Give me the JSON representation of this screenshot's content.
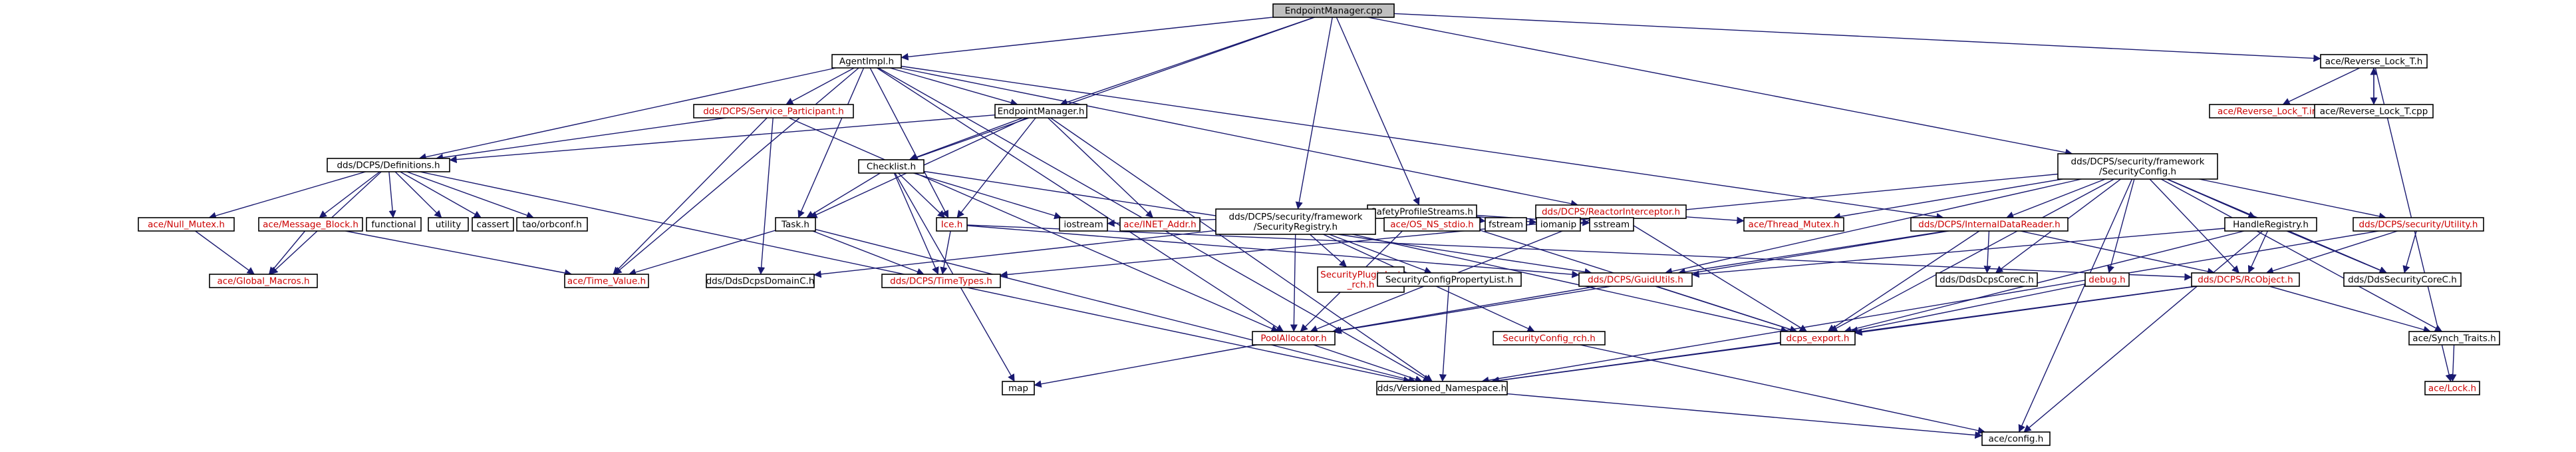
{
  "diagram": {
    "root": "EndpointManager.cpp",
    "nodes": [
      {
        "id": "root",
        "lines": [
          "EndpointManager.cpp"
        ],
        "style": "root"
      },
      {
        "id": "agentimpl",
        "lines": [
          "AgentImpl.h"
        ],
        "style": "normal"
      },
      {
        "id": "endpointmanager_h",
        "lines": [
          "EndpointManager.h"
        ],
        "style": "normal"
      },
      {
        "id": "reverse_lock_t_h",
        "lines": [
          "ace/Reverse_Lock_T.h"
        ],
        "style": "normal"
      },
      {
        "id": "service_participant",
        "lines": [
          "dds/DCPS/Service_Participant.h"
        ],
        "style": "red"
      },
      {
        "id": "reactor_interceptor",
        "lines": [
          "dds/DCPS/ReactorInterceptor.h"
        ],
        "style": "red"
      },
      {
        "id": "reverse_lock_t_inl",
        "lines": [
          "ace/Reverse_Lock_T.inl"
        ],
        "style": "red"
      },
      {
        "id": "reverse_lock_t_cpp",
        "lines": [
          "ace/Reverse_Lock_T.cpp"
        ],
        "style": "normal"
      },
      {
        "id": "security_config",
        "lines": [
          "dds/DCPS/security/framework",
          "/SecurityConfig.h"
        ],
        "style": "normal"
      },
      {
        "id": "definitions",
        "lines": [
          "dds/DCPS/Definitions.h"
        ],
        "style": "normal"
      },
      {
        "id": "checklist",
        "lines": [
          "Checklist.h"
        ],
        "style": "normal"
      },
      {
        "id": "safety_profile_streams",
        "lines": [
          "SafetyProfileStreams.h"
        ],
        "style": "normal"
      },
      {
        "id": "internal_data_reader",
        "lines": [
          "dds/DCPS/InternalDataReader.h"
        ],
        "style": "red"
      },
      {
        "id": "handle_registry",
        "lines": [
          "HandleRegistry.h"
        ],
        "style": "normal"
      },
      {
        "id": "security_utility",
        "lines": [
          "dds/DCPS/security/Utility.h"
        ],
        "style": "red"
      },
      {
        "id": "null_mutex",
        "lines": [
          "ace/Null_Mutex.h"
        ],
        "style": "red"
      },
      {
        "id": "message_block",
        "lines": [
          "ace/Message_Block.h"
        ],
        "style": "red"
      },
      {
        "id": "functional",
        "lines": [
          "functional"
        ],
        "style": "plain"
      },
      {
        "id": "utility",
        "lines": [
          "utility"
        ],
        "style": "plain"
      },
      {
        "id": "cassert",
        "lines": [
          "cassert"
        ],
        "style": "plain"
      },
      {
        "id": "tao_orbconf",
        "lines": [
          "tao/orbconf.h"
        ],
        "style": "normal"
      },
      {
        "id": "ice",
        "lines": [
          "Ice.h"
        ],
        "style": "red"
      },
      {
        "id": "iostream",
        "lines": [
          "iostream"
        ],
        "style": "plain"
      },
      {
        "id": "inet_addr",
        "lines": [
          "ace/INET_Addr.h"
        ],
        "style": "red"
      },
      {
        "id": "security_registry",
        "lines": [
          "dds/DCPS/security/framework",
          "/SecurityRegistry.h"
        ],
        "style": "normal"
      },
      {
        "id": "os_ns_stdio",
        "lines": [
          "ace/OS_NS_stdio.h"
        ],
        "style": "red"
      },
      {
        "id": "fstream",
        "lines": [
          "fstream"
        ],
        "style": "plain"
      },
      {
        "id": "iomanip",
        "lines": [
          "iomanip"
        ],
        "style": "plain"
      },
      {
        "id": "sstream",
        "lines": [
          "sstream"
        ],
        "style": "plain"
      },
      {
        "id": "thread_mutex",
        "lines": [
          "ace/Thread_Mutex.h"
        ],
        "style": "red"
      },
      {
        "id": "task",
        "lines": [
          "Task.h"
        ],
        "style": "normal"
      },
      {
        "id": "global_macros",
        "lines": [
          "ace/Global_Macros.h"
        ],
        "style": "red"
      },
      {
        "id": "time_value",
        "lines": [
          "ace/Time_Value.h"
        ],
        "style": "red"
      },
      {
        "id": "dds_dcps_domain_c",
        "lines": [
          "dds/DdsDcpsDomainC.h"
        ],
        "style": "plain"
      },
      {
        "id": "time_types",
        "lines": [
          "dds/DCPS/TimeTypes.h"
        ],
        "style": "red"
      },
      {
        "id": "security_plugin_inst_rch",
        "lines": [
          "SecurityPluginInst",
          "_rch.h"
        ],
        "style": "red"
      },
      {
        "id": "security_config_property_list",
        "lines": [
          "SecurityConfigPropertyList.h"
        ],
        "style": "normal"
      },
      {
        "id": "guid_utils",
        "lines": [
          "dds/DCPS/GuidUtils.h"
        ],
        "style": "red"
      },
      {
        "id": "dds_dcps_core_c",
        "lines": [
          "dds/DdsDcpsCoreC.h"
        ],
        "style": "plain"
      },
      {
        "id": "debug",
        "lines": [
          "debug.h"
        ],
        "style": "red"
      },
      {
        "id": "rc_object",
        "lines": [
          "dds/DCPS/RcObject.h"
        ],
        "style": "red"
      },
      {
        "id": "dds_security_core_c",
        "lines": [
          "dds/DdsSecurityCoreC.h"
        ],
        "style": "plain"
      },
      {
        "id": "security_config_rch",
        "lines": [
          "SecurityConfig_rch.h"
        ],
        "style": "red"
      },
      {
        "id": "pool_allocator",
        "lines": [
          "PoolAllocator.h"
        ],
        "style": "red"
      },
      {
        "id": "dcps_export",
        "lines": [
          "dcps_export.h"
        ],
        "style": "red"
      },
      {
        "id": "synch_traits",
        "lines": [
          "ace/Synch_Traits.h"
        ],
        "style": "normal"
      },
      {
        "id": "map",
        "lines": [
          "map"
        ],
        "style": "plain"
      },
      {
        "id": "versioned_namespace",
        "lines": [
          "dds/Versioned_Namespace.h"
        ],
        "style": "normal"
      },
      {
        "id": "ace_lock",
        "lines": [
          "ace/Lock.h"
        ],
        "style": "red"
      },
      {
        "id": "ace_config",
        "lines": [
          "ace/config.h"
        ],
        "style": "plain"
      }
    ],
    "edges": [
      [
        "root",
        "agentimpl"
      ],
      [
        "root",
        "endpointmanager_h"
      ],
      [
        "root",
        "reverse_lock_t_h"
      ],
      [
        "root",
        "checklist"
      ],
      [
        "root",
        "security_registry"
      ],
      [
        "root",
        "safety_profile_streams"
      ],
      [
        "root",
        "security_config"
      ],
      [
        "agentimpl",
        "service_participant"
      ],
      [
        "agentimpl",
        "endpointmanager_h"
      ],
      [
        "agentimpl",
        "reactor_interceptor"
      ],
      [
        "agentimpl",
        "definitions"
      ],
      [
        "agentimpl",
        "task"
      ],
      [
        "agentimpl",
        "ice"
      ],
      [
        "agentimpl",
        "time_value"
      ],
      [
        "agentimpl",
        "versioned_namespace"
      ],
      [
        "agentimpl",
        "pool_allocator"
      ],
      [
        "agentimpl",
        "internal_data_reader"
      ],
      [
        "service_participant",
        "definitions"
      ],
      [
        "service_participant",
        "time_value"
      ],
      [
        "service_participant",
        "dds_dcps_domain_c"
      ],
      [
        "service_participant",
        "pool_allocator"
      ],
      [
        "endpointmanager_h",
        "definitions"
      ],
      [
        "endpointmanager_h",
        "checklist"
      ],
      [
        "endpointmanager_h",
        "ice"
      ],
      [
        "endpointmanager_h",
        "inet_addr"
      ],
      [
        "endpointmanager_h",
        "task"
      ],
      [
        "endpointmanager_h",
        "versioned_namespace"
      ],
      [
        "reverse_lock_t_h",
        "reverse_lock_t_inl"
      ],
      [
        "reverse_lock_t_h",
        "reverse_lock_t_cpp"
      ],
      [
        "reverse_lock_t_cpp",
        "reverse_lock_t_h"
      ],
      [
        "reverse_lock_t_h",
        "ace_lock"
      ],
      [
        "reactor_interceptor",
        "thread_mutex"
      ],
      [
        "reactor_interceptor",
        "dcps_export"
      ],
      [
        "reactor_interceptor",
        "pool_allocator"
      ],
      [
        "definitions",
        "null_mutex"
      ],
      [
        "definitions",
        "message_block"
      ],
      [
        "definitions",
        "functional"
      ],
      [
        "definitions",
        "utility"
      ],
      [
        "definitions",
        "cassert"
      ],
      [
        "definitions",
        "tao_orbconf"
      ],
      [
        "definitions",
        "global_macros"
      ],
      [
        "definitions",
        "versioned_namespace"
      ],
      [
        "null_mutex",
        "global_macros"
      ],
      [
        "message_block",
        "global_macros"
      ],
      [
        "message_block",
        "time_value"
      ],
      [
        "checklist",
        "task"
      ],
      [
        "checklist",
        "ice"
      ],
      [
        "checklist",
        "iostream"
      ],
      [
        "checklist",
        "time_types"
      ],
      [
        "checklist",
        "guid_utils"
      ],
      [
        "checklist",
        "map"
      ],
      [
        "task",
        "time_value"
      ],
      [
        "task",
        "time_types"
      ],
      [
        "task",
        "versioned_namespace"
      ],
      [
        "ice",
        "time_types"
      ],
      [
        "ice",
        "guid_utils"
      ],
      [
        "ice",
        "rc_object"
      ],
      [
        "safety_profile_streams",
        "iostream"
      ],
      [
        "safety_profile_streams",
        "os_ns_stdio"
      ],
      [
        "safety_profile_streams",
        "fstream"
      ],
      [
        "safety_profile_streams",
        "iomanip"
      ],
      [
        "safety_profile_streams",
        "sstream"
      ],
      [
        "safety_profile_streams",
        "pool_allocator"
      ],
      [
        "safety_profile_streams",
        "dcps_export"
      ],
      [
        "security_registry",
        "security_plugin_inst_rch"
      ],
      [
        "security_registry",
        "security_config_property_list"
      ],
      [
        "security_registry",
        "security_config_rch"
      ],
      [
        "security_registry",
        "pool_allocator"
      ],
      [
        "security_registry",
        "dcps_export"
      ],
      [
        "security_registry",
        "dds_dcps_domain_c"
      ],
      [
        "security_config",
        "thread_mutex"
      ],
      [
        "security_config",
        "internal_data_reader"
      ],
      [
        "security_config",
        "handle_registry"
      ],
      [
        "security_config",
        "security_utility"
      ],
      [
        "security_config",
        "rc_object"
      ],
      [
        "security_config",
        "guid_utils"
      ],
      [
        "security_config",
        "debug"
      ],
      [
        "security_config",
        "dds_dcps_core_c"
      ],
      [
        "security_config",
        "synch_traits"
      ],
      [
        "security_config",
        "ace_config"
      ],
      [
        "security_config",
        "dds_security_core_c"
      ],
      [
        "security_config",
        "dcps_export"
      ],
      [
        "security_config",
        "time_types"
      ],
      [
        "internal_data_reader",
        "guid_utils"
      ],
      [
        "internal_data_reader",
        "dds_dcps_core_c"
      ],
      [
        "internal_data_reader",
        "rc_object"
      ],
      [
        "internal_data_reader",
        "pool_allocator"
      ],
      [
        "internal_data_reader",
        "dcps_export"
      ],
      [
        "handle_registry",
        "rc_object"
      ],
      [
        "handle_registry",
        "dds_security_core_c"
      ],
      [
        "handle_registry",
        "guid_utils"
      ],
      [
        "handle_registry",
        "dcps_export"
      ],
      [
        "handle_registry",
        "ace_config"
      ],
      [
        "security_utility",
        "dds_security_core_c"
      ],
      [
        "security_utility",
        "rc_object"
      ],
      [
        "security_utility",
        "versioned_namespace"
      ],
      [
        "security_config_property_list",
        "versioned_namespace"
      ],
      [
        "security_config_rch",
        "ace_config"
      ],
      [
        "guid_utils",
        "dcps_export"
      ],
      [
        "guid_utils",
        "pool_allocator"
      ],
      [
        "debug",
        "dcps_export"
      ],
      [
        "rc_object",
        "synch_traits"
      ],
      [
        "rc_object",
        "dcps_export"
      ],
      [
        "rc_object",
        "versioned_namespace"
      ],
      [
        "pool_allocator",
        "map"
      ],
      [
        "pool_allocator",
        "versioned_namespace"
      ],
      [
        "dcps_export",
        "versioned_namespace"
      ],
      [
        "synch_traits",
        "ace_lock"
      ],
      [
        "versioned_namespace",
        "ace_config"
      ]
    ],
    "colors": {
      "edge": "#191970",
      "root_fill": "#bfbfbf",
      "node_fill": "#ffffff",
      "red_border": "#ff0000",
      "normal_border": "#000000",
      "red_text": "#cc0000",
      "plain_text": "#000000"
    }
  }
}
